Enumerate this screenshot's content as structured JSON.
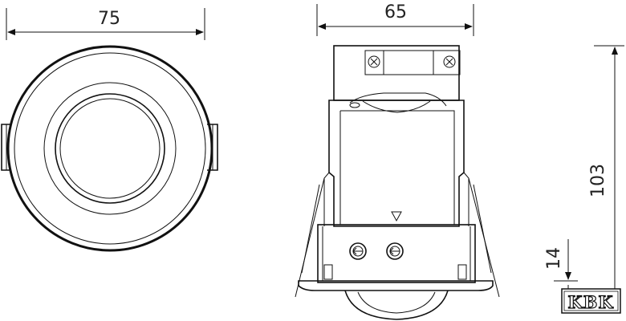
{
  "dimensions": {
    "front_diameter": "75",
    "side_width": "65",
    "total_height": "103",
    "lens_height": "14"
  },
  "logo": {
    "text": "KBK"
  },
  "colors": {
    "line": "#111111",
    "background": "#ffffff"
  }
}
